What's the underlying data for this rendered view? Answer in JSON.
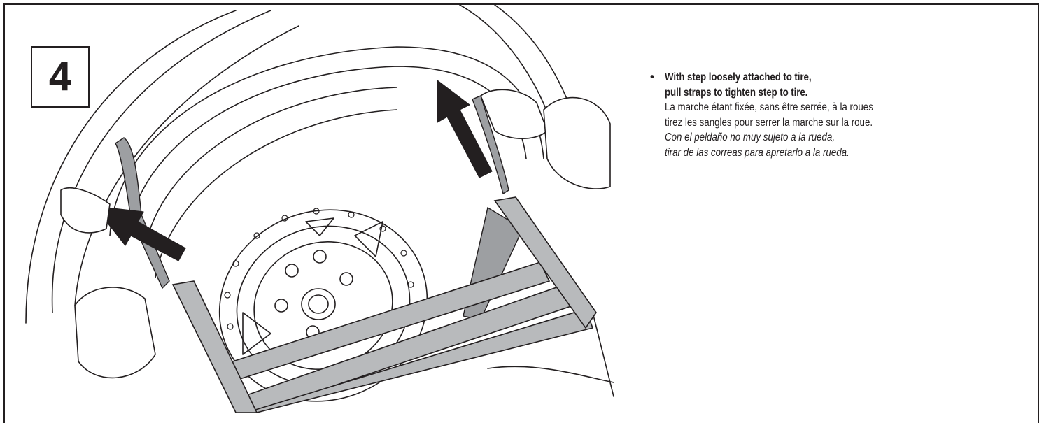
{
  "step": {
    "number": "4"
  },
  "instructions": {
    "bullet": "•",
    "english": [
      "With step loosely attached to tire,",
      "pull straps to tighten step to tire."
    ],
    "french": [
      "La marche étant fixée, sans être serrée, à la roues",
      "tirez les sangles pour serrer la marche sur la roue."
    ],
    "spanish": [
      "Con el peldaño no muy sujeto a la rueda,",
      "tirar de las correas para apretarlo a la rueda."
    ]
  },
  "illustration": {
    "subject": "tire-step-installation",
    "colors": {
      "line": "#231f20",
      "strap": "#9d9fa2",
      "arrow": "#231f20"
    }
  }
}
